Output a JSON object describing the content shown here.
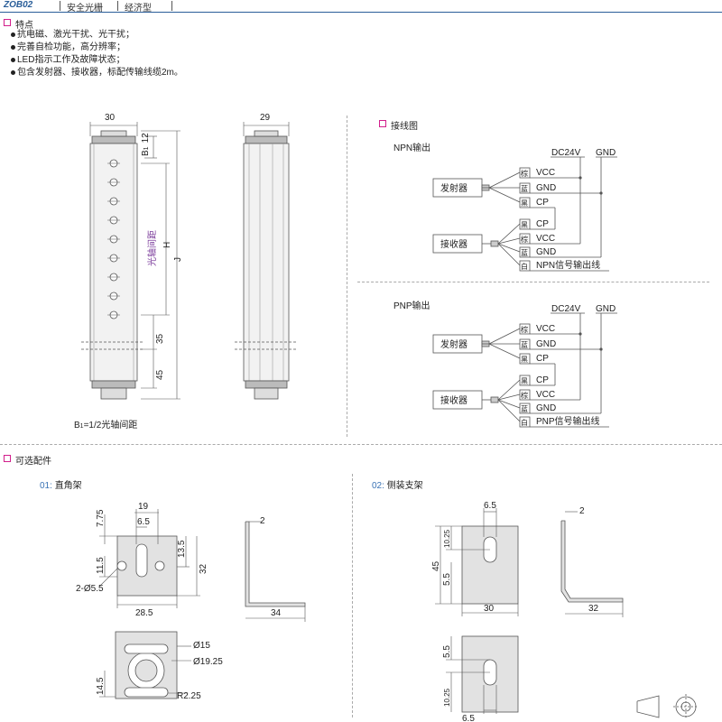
{
  "header": {
    "code": "ZOB02",
    "category": "安全光栅",
    "series": "经济型"
  },
  "features": {
    "title": "特点",
    "items": [
      "抗电磁、激光干扰、光干扰；",
      "完善自检功能，高分辨率；",
      "LED指示工作及故障状态；",
      "包含发射器、接收器，标配传输线缆2m。"
    ]
  },
  "dimensions": {
    "front_width": "30",
    "side_width": "29",
    "b1_label": "B",
    "b1_sub": "1",
    "b1_value": "12",
    "axis_label": "光轴间距",
    "h_label": "H",
    "j_label": "J",
    "dim_35": "35",
    "dim_45": "45",
    "note_prefix": "B",
    "note_sub": "1",
    "note_rest": "=1/2光轴间距"
  },
  "wiring": {
    "title": "接线图",
    "npn": {
      "title": "NPN输出",
      "dc": "DC24V",
      "gnd": "GND",
      "emitter": "发射器",
      "receiver": "接收器",
      "emitter_wires": [
        {
          "color": "棕",
          "signal": "VCC"
        },
        {
          "color": "蓝",
          "signal": "GND"
        },
        {
          "color": "黑",
          "signal": "CP"
        }
      ],
      "receiver_wires": [
        {
          "color": "黑",
          "signal": "CP"
        },
        {
          "color": "棕",
          "signal": "VCC"
        },
        {
          "color": "蓝",
          "signal": "GND"
        },
        {
          "color": "白",
          "signal": "NPN信号输出线"
        }
      ]
    },
    "pnp": {
      "title": "PNP输出",
      "dc": "DC24V",
      "gnd": "GND",
      "emitter": "发射器",
      "receiver": "接收器",
      "emitter_wires": [
        {
          "color": "棕",
          "signal": "VCC"
        },
        {
          "color": "蓝",
          "signal": "GND"
        },
        {
          "color": "黑",
          "signal": "CP"
        }
      ],
      "receiver_wires": [
        {
          "color": "黑",
          "signal": "CP"
        },
        {
          "color": "棕",
          "signal": "VCC"
        },
        {
          "color": "蓝",
          "signal": "GND"
        },
        {
          "color": "白",
          "signal": "PNP信号输出线"
        }
      ]
    }
  },
  "accessories": {
    "title": "可选配件",
    "a01": {
      "code": "01:",
      "name": "直角架",
      "d_19": "19",
      "d_7_75": "7.75",
      "d_6_5": "6.5",
      "d_13_5": "13.5",
      "d_11_5": "11.5",
      "d_32": "32",
      "d_hole": "2-Ø5.5",
      "d_28_5": "28.5",
      "d_2": "2",
      "d_34": "34",
      "d_phi15": "Ø15",
      "d_phi19_25": "Ø19.25",
      "d_14_5": "14.5",
      "d_r2_25": "R2.25"
    },
    "a02": {
      "code": "02:",
      "name": "侧装支架",
      "d_6_5": "6.5",
      "d_10_25": "10.25",
      "d_45": "45",
      "d_5_5": "5.5",
      "d_30": "30",
      "d_2": "2",
      "d_32": "32",
      "d_5_5b": "5.5",
      "d_10_25b": "10.25",
      "d_6_5b": "6.5"
    }
  },
  "colors": {
    "accent": "#2a5e99",
    "icon": "#d21e8c",
    "sub": "#3a73b5",
    "axis": "#7a3a9a"
  }
}
